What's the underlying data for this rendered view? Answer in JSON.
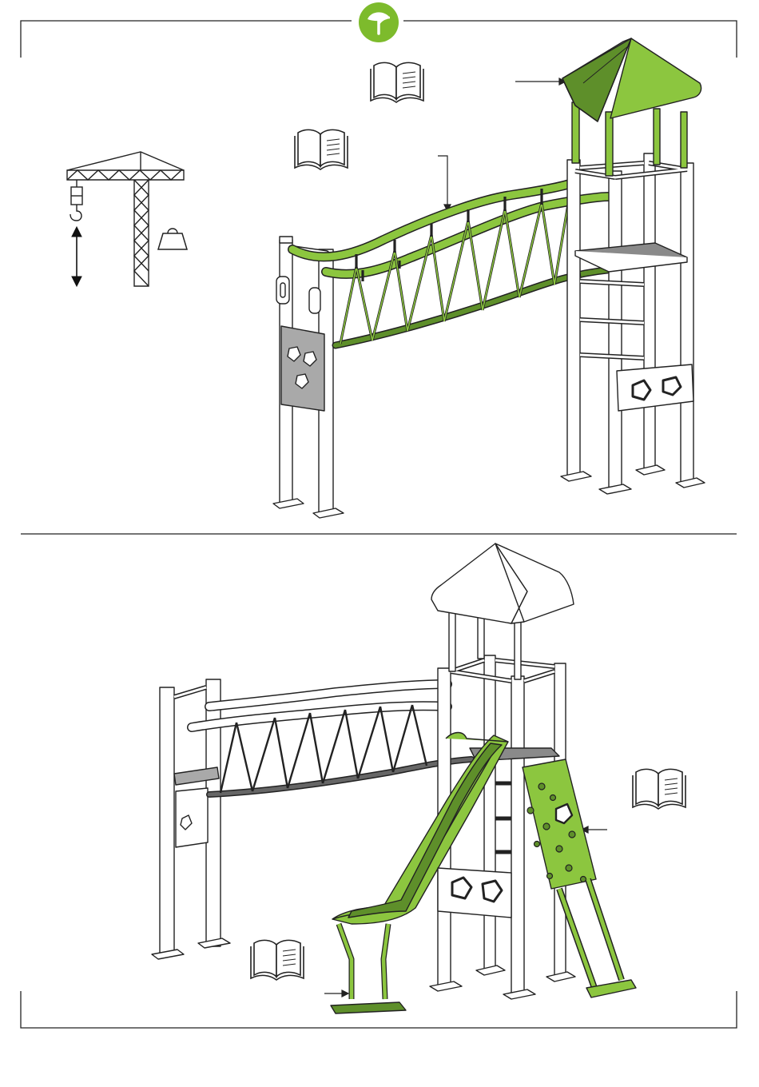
{
  "page": {
    "logo": {
      "icon": "tree-leaf-logo-icon",
      "color": "#7dbb2c"
    }
  },
  "colors": {
    "accent_green": "#8cc63f",
    "dark_green": "#5e8f2a",
    "panel_grey": "#a9a9a9",
    "deck_grey": "#8a8a8a",
    "line": "#1a1a1a"
  },
  "step_top": {
    "icons": [
      "open-manual-icon",
      "open-manual-icon",
      "tower-crane-lift-icon",
      "weight-icon",
      "double-arrow-vertical-icon"
    ],
    "highlighted_parts": [
      "roof",
      "upper-rails",
      "rope-bridge"
    ]
  },
  "step_bottom": {
    "icons": [
      "open-manual-icon",
      "open-manual-icon"
    ],
    "highlighted_parts": [
      "slide",
      "climbing-wall",
      "slide-support"
    ]
  }
}
